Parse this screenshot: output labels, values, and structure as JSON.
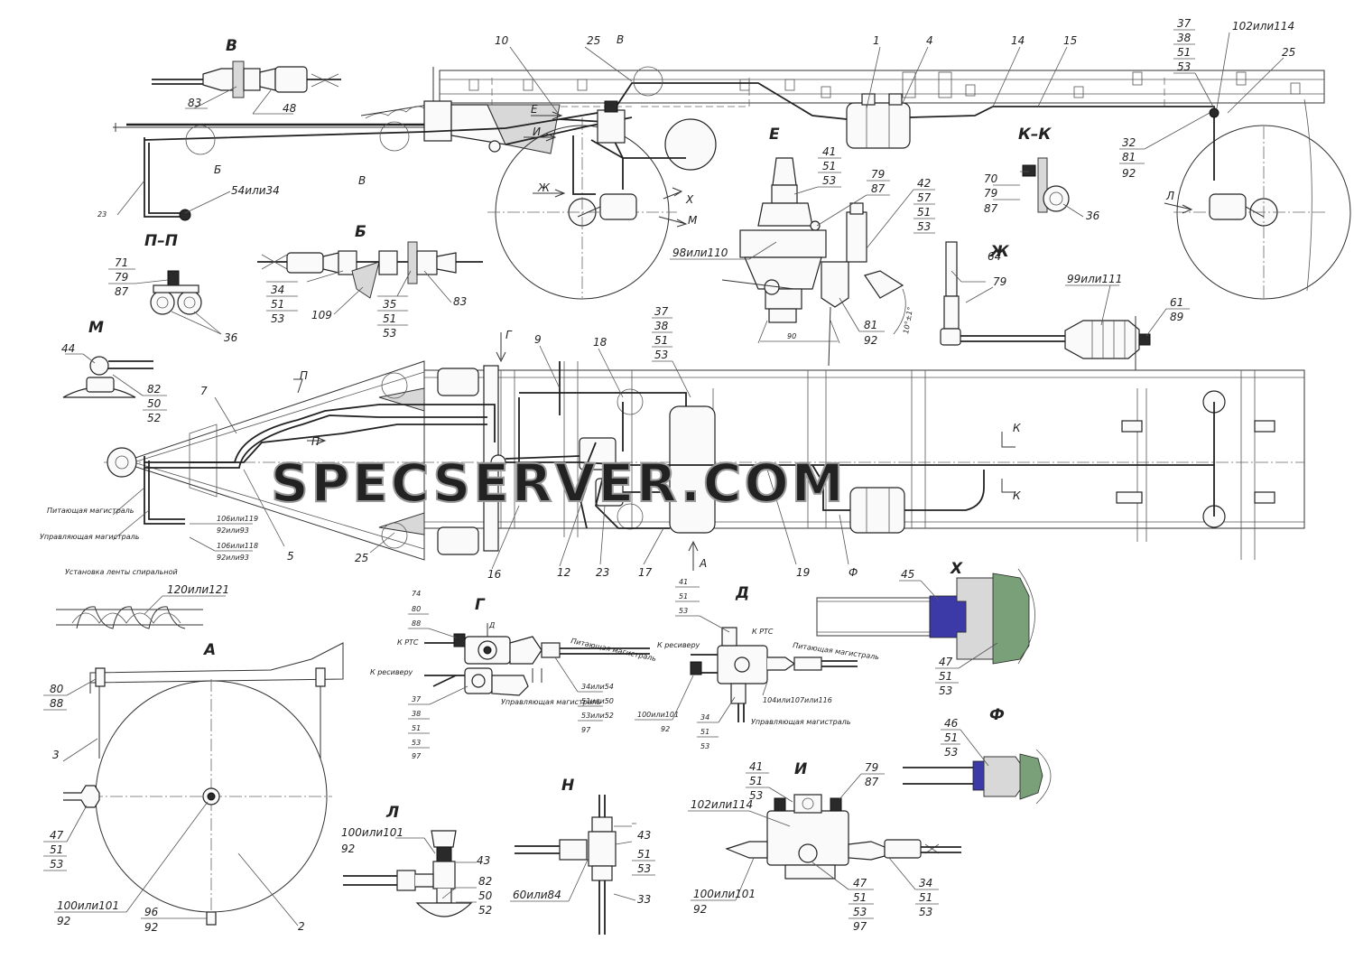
{
  "watermark": "SPECSERVER.COM",
  "views": {
    "V": "В",
    "B": "Б",
    "E": "Е",
    "KK": "К–К",
    "PP": "П–П",
    "M": "М",
    "Zh": "Ж",
    "G": "Г",
    "D": "Д",
    "X": "Х",
    "A": "А",
    "F": "Ф",
    "I": "И",
    "L": "Л",
    "N": "Н"
  },
  "section_marks": {
    "E": "Е",
    "I": "И",
    "Zh": "Ж",
    "X": "Х",
    "M": "М",
    "V": "В",
    "B": "Б",
    "L": "Л",
    "P1": "П",
    "P2": "П",
    "K1": "К",
    "K2": "К",
    "G": "Г",
    "A": "А"
  },
  "top_callouts": [
    "10",
    "25",
    "1",
    "4",
    "14",
    "15",
    "25",
    "23"
  ],
  "top_right_stack": [
    "37",
    "38",
    "51",
    "53"
  ],
  "top_right_stack2": [
    "32",
    "81",
    "92"
  ],
  "top_right_alt": "102или114",
  "callout_54_34": "54или34",
  "view_v": {
    "c1": "83",
    "c2": "48"
  },
  "view_b": {
    "s1": [
      "34",
      "51",
      "53"
    ],
    "c109": "109",
    "s2": [
      "35",
      "51",
      "53"
    ],
    "c83": "83"
  },
  "view_e": {
    "s1": [
      "41",
      "51",
      "53"
    ],
    "s2": [
      "79",
      "87"
    ],
    "s3": [
      "42",
      "57",
      "51",
      "53"
    ],
    "alt": "98или110",
    "s4": [
      "81",
      "92"
    ],
    "dim90": "90",
    "angle": "10°±1°"
  },
  "view_kk": {
    "s1": [
      "70",
      "79",
      "87"
    ],
    "c36": "36"
  },
  "view_pp": {
    "s1": [
      "71",
      "79",
      "87"
    ],
    "c36": "36"
  },
  "view_m": {
    "c44": "44",
    "s1": [
      "82",
      "50",
      "52"
    ]
  },
  "view_zh": {
    "c64": "64",
    "c79": "79",
    "alt": "99или111",
    "s1": [
      "61",
      "89"
    ]
  },
  "plan_callouts": [
    "9",
    "18",
    "7",
    "5",
    "25",
    "16",
    "12",
    "23",
    "17",
    "19"
  ],
  "plan_stack": [
    "37",
    "38",
    "51",
    "53"
  ],
  "plan_phi": "Ф",
  "plan_notes": {
    "supply": "Питающая магистраль",
    "control": "Управляющая магистраль",
    "alt1": "106или119",
    "alt1b": "92или93",
    "alt2": "106или118",
    "alt2b": "92или93",
    "spiral": "Установка ленты спиральной",
    "tape": "120или121"
  },
  "view_g": {
    "s1": [
      "74",
      "80",
      "88"
    ],
    "to_rts": "К РТС",
    "to_recv": "К ресиверу",
    "supply": "Питающая магистраль",
    "control": "Управляющая магистраль",
    "s2": [
      "37",
      "38",
      "51",
      "53",
      "97"
    ],
    "s3": [
      "34или54",
      "51или50",
      "53или52",
      "97"
    ]
  },
  "view_d": {
    "s1": [
      "41",
      "51",
      "53"
    ],
    "to_rts": "К РТС",
    "to_recv": "К ресиверу",
    "supply": "Питающая магистраль",
    "control": "Управляющая магистраль",
    "alt": "104или107или116",
    "s2": [
      "100или101",
      "92"
    ],
    "s3": [
      "34",
      "51",
      "53"
    ]
  },
  "view_x": {
    "c45": "45",
    "s1": [
      "47",
      "51",
      "53"
    ]
  },
  "view_a": {
    "s1": [
      "80",
      "88"
    ],
    "c3": "3",
    "s2": [
      "47",
      "51",
      "53"
    ],
    "s3": [
      "100или101",
      "92"
    ],
    "s4": [
      "96",
      "92"
    ],
    "c2": "2"
  },
  "view_f": {
    "s1": [
      "46",
      "51",
      "53"
    ]
  },
  "view_i": {
    "s1": [
      "41",
      "51",
      "53"
    ],
    "s2": [
      "79",
      "87"
    ],
    "alt": "102или114",
    "s3": [
      "100или101",
      "92"
    ],
    "s4": [
      "47",
      "51",
      "53",
      "97"
    ],
    "s5": [
      "34",
      "51",
      "53"
    ]
  },
  "view_l": {
    "s1": [
      "100или101",
      "92"
    ],
    "c43": "43",
    "s2": [
      "82",
      "50",
      "52"
    ]
  },
  "view_n": {
    "c43": "43",
    "s1": [
      "51",
      "53"
    ],
    "alt": "60или84",
    "c33": "33"
  }
}
